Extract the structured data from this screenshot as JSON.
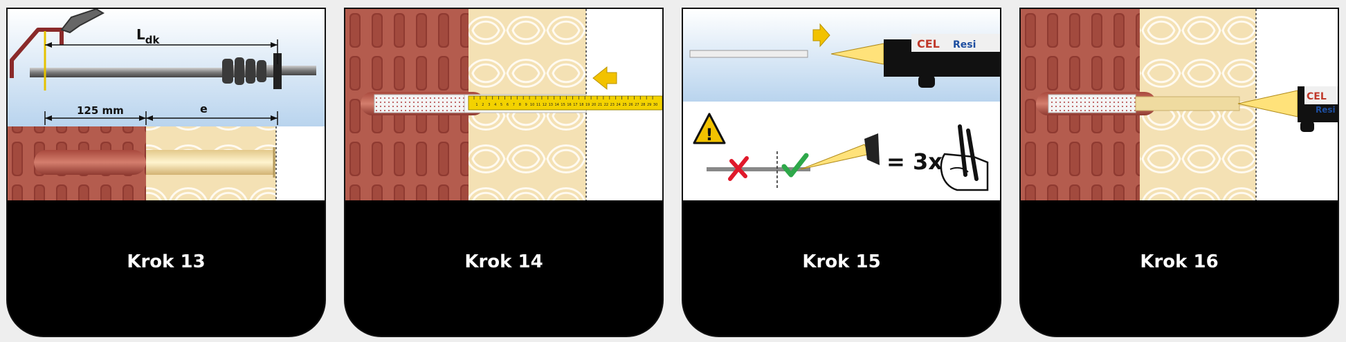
{
  "steps": [
    {
      "caption": "Krok 13",
      "dim_ldk_main": "L",
      "dim_ldk_sub": "dk",
      "dim_depth": "125 mm",
      "dim_e": "e"
    },
    {
      "caption": "Krok 14",
      "ruler_numbers": [
        "1",
        "2",
        "3",
        "4",
        "5",
        "6",
        "7",
        "8",
        "9",
        "10",
        "11",
        "12",
        "13",
        "14",
        "15",
        "16",
        "17",
        "18",
        "19",
        "20",
        "21",
        "22",
        "23",
        "24",
        "25",
        "26",
        "27",
        "28",
        "29",
        "30"
      ]
    },
    {
      "caption": "Krok 15",
      "warning_glyph": "!",
      "multiplier": "= 3x",
      "cartridge_brand": "CEL",
      "cartridge_label": "Resi"
    },
    {
      "caption": "Krok 16",
      "cartridge_brand": "CEL",
      "cartridge_label": "Resi"
    }
  ],
  "colors": {
    "brick": "#b45c4e",
    "brick_hole": "#8f3a31",
    "insulation": "#f4e1b4",
    "sky_top": "#ffffff",
    "sky_bottom": "#bcd6ee",
    "arrow": "#f2c200",
    "ruler": "#f3d200",
    "check": "#2ea84a",
    "cross": "#e0192b",
    "caption_bg": "#000000"
  },
  "icons": [
    "hacksaw-icon",
    "threaded-rod-icon",
    "arrow-left-icon",
    "arrow-right-icon",
    "warning-icon",
    "check-icon",
    "cross-icon",
    "hand-pump-icon",
    "cartridge-gun-icon"
  ]
}
